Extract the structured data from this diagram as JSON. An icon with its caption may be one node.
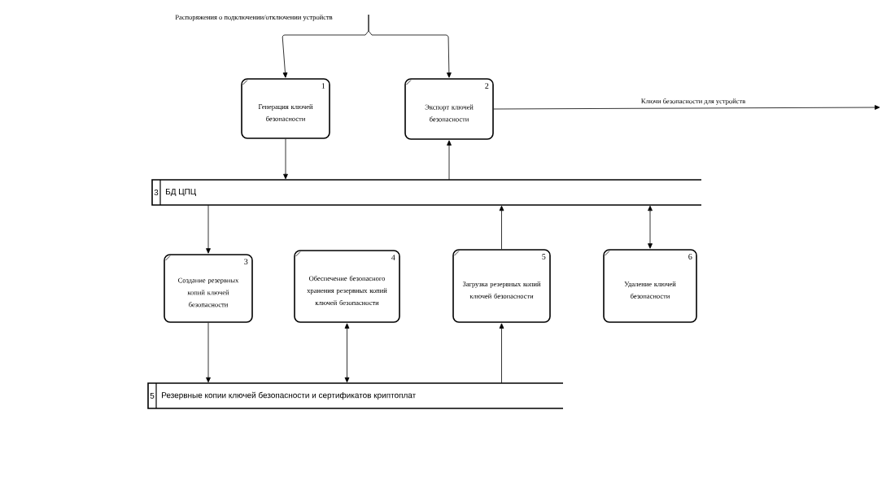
{
  "diagram": {
    "nodes": [
      {
        "text": [
          "1",
          "Генерация ключей безопасности"
        ]
      },
      {
        "text": [
          "2",
          "Экспорт ключей безопасности"
        ]
      },
      {
        "text": [
          "3",
          "БД ЦПЦ"
        ]
      },
      {
        "text": [
          "3",
          "Создание резервных копий ключей безопасности"
        ]
      },
      {
        "text": [
          "4",
          "Обеспечение безопасного хранения резервных копий ключей безопасности"
        ]
      },
      {
        "text": [
          "5",
          "Загрузка резервных копий ключей безопасности"
        ]
      },
      {
        "text": [
          "6",
          "Удаление ключей безопасности"
        ]
      },
      {
        "text": [
          "5",
          "Резервные копии ключей безопасности и сертификатов криптоплат"
        ]
      }
    ],
    "edges": [
      {
        "from": null,
        "to": 0,
        "arrow": "to",
        "label": "Распоряжения о подключении/отключении устройств"
      },
      {
        "from": null,
        "to": 1,
        "arrow": "to"
      },
      {
        "from": 0,
        "to": 2,
        "arrow": "to"
      },
      {
        "from": 2,
        "to": 1,
        "arrow": "to"
      },
      {
        "from": 1,
        "to": null,
        "arrow": "to",
        "label": "Ключи безопасности для устройств"
      },
      {
        "from": 2,
        "to": 3,
        "arrow": "to"
      },
      {
        "from": 5,
        "to": 2,
        "arrow": "to"
      },
      {
        "from": 2,
        "to": 6,
        "arrow": "both"
      },
      {
        "from": 3,
        "to": 7,
        "arrow": "to"
      },
      {
        "from": 4,
        "to": 7,
        "arrow": "both"
      },
      {
        "from": 7,
        "to": 5,
        "arrow": "to"
      }
    ]
  }
}
